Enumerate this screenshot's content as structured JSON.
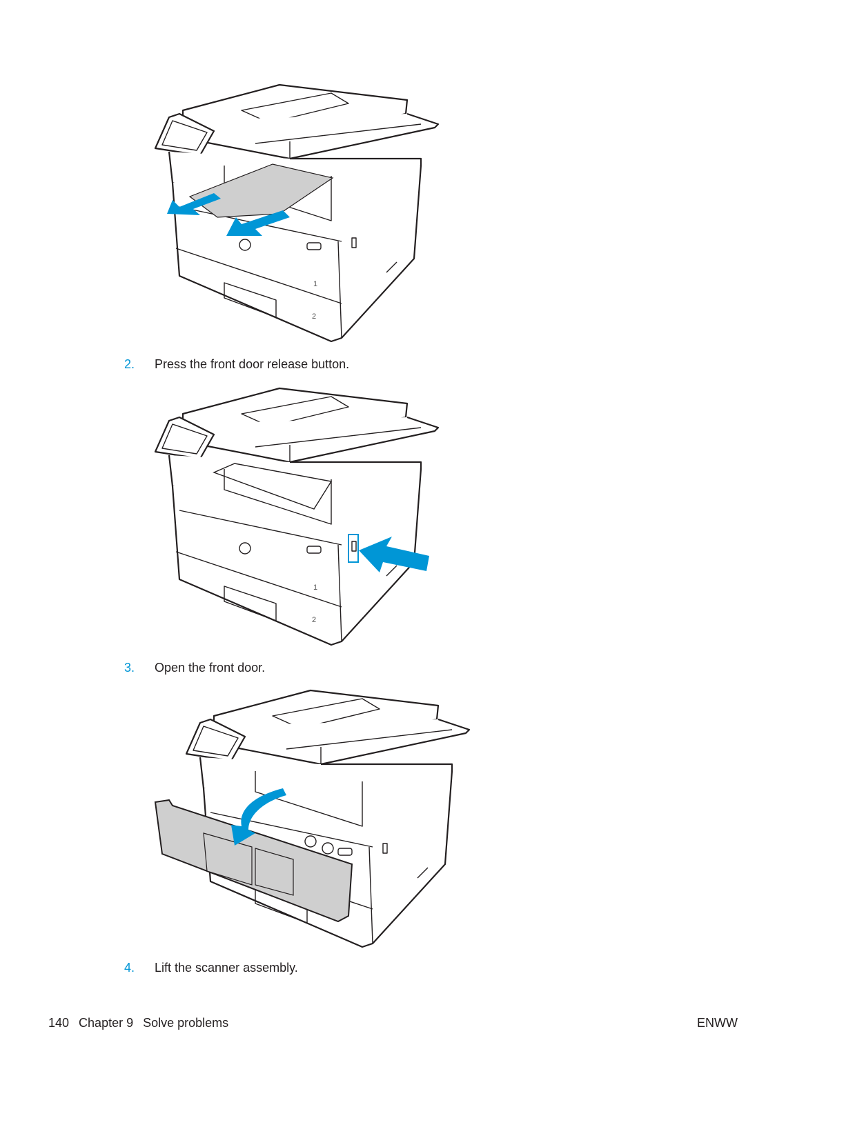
{
  "steps": [
    {
      "number": "2.",
      "text": "Press the front door release button."
    },
    {
      "number": "3.",
      "text": "Open the front door."
    },
    {
      "number": "4.",
      "text": "Lift the scanner assembly."
    }
  ],
  "figures": [
    {
      "description_icon": "printer-paper-removal-illustration",
      "tray_labels": [
        "1",
        "2"
      ]
    },
    {
      "description_icon": "printer-door-release-illustration",
      "tray_labels": [
        "1",
        "2"
      ]
    },
    {
      "description_icon": "printer-front-door-open-illustration"
    }
  ],
  "footer": {
    "page_number": "140",
    "chapter": "Chapter 9",
    "section": "Solve problems",
    "locale": "ENWW"
  },
  "colors": {
    "accent": "#0096d6",
    "text": "#231f20",
    "paper": "#cfcfcf"
  }
}
